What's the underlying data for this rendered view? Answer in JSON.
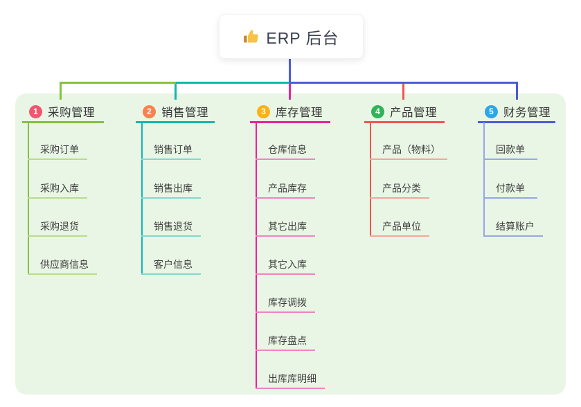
{
  "root": {
    "label": "ERP 后台",
    "icon": "thumbs-up-icon"
  },
  "colors": {
    "panel_bg": "#e9f6e5",
    "root_connector": "#4a5cd4",
    "root_text": "#3b4152",
    "child_text": "#3f3f3f"
  },
  "branches": [
    {
      "index": "1",
      "label": "采购管理",
      "badge_color": "#f4546e",
      "line_color": "#84c043",
      "child_line_color": "#b7dc8e",
      "children": [
        "采购订单",
        "采购入库",
        "采购退货",
        "供应商信息"
      ]
    },
    {
      "index": "2",
      "label": "销售管理",
      "badge_color": "#f8824f",
      "line_color": "#13b6ac",
      "child_line_color": "#82d8cf",
      "children": [
        "销售订单",
        "销售出库",
        "销售退货",
        "客户信息"
      ]
    },
    {
      "index": "3",
      "label": "库存管理",
      "badge_color": "#fbb217",
      "line_color": "#e9219b",
      "child_line_color": "#f382c1",
      "children": [
        "仓库信息",
        "产品库存",
        "其它出库",
        "其它入库",
        "库存调拨",
        "库存盘点",
        "出库库明细"
      ]
    },
    {
      "index": "4",
      "label": "产品管理",
      "badge_color": "#2fb457",
      "line_color": "#f2544e",
      "child_line_color": "#f8a39c",
      "children": [
        "产品（物料）",
        "产品分类",
        "产品单位"
      ]
    },
    {
      "index": "5",
      "label": "财务管理",
      "badge_color": "#2da6e8",
      "line_color": "#4a5cd4",
      "child_line_color": "#95a7e6",
      "children": [
        "回款单",
        "付款单",
        "结算账户"
      ]
    }
  ]
}
